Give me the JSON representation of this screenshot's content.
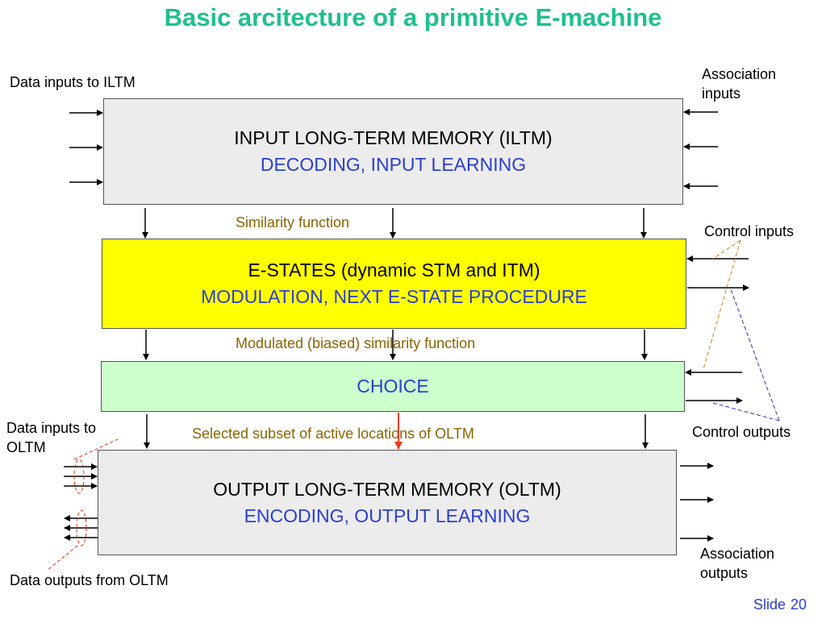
{
  "title": "Basic arcitecture of a primitive E-machine",
  "boxes": {
    "iltm": {
      "line1": "INPUT LONG-TERM MEMORY (ILTM)",
      "line2": "DECODING, INPUT LEARNING"
    },
    "estates": {
      "line1": "E-STATES  (dynamic STM and ITM)",
      "line2": "MODULATION, NEXT E-STATE PROCEDURE"
    },
    "choice": {
      "line1": "CHOICE"
    },
    "oltm": {
      "line1": "OUTPUT LONG-TERM MEMORY (OLTM)",
      "line2": "ENCODING, OUTPUT LEARNING"
    }
  },
  "flows": {
    "similarity": "Similarity function",
    "modulated": "Modulated (biased)  similarity function",
    "selected": "Selected subset of active  locations of OLTM"
  },
  "labels": {
    "data_inputs_iltm": "Data inputs to ILTM",
    "association_inputs": [
      "Association",
      "inputs"
    ],
    "control_inputs": "Control inputs",
    "control_outputs": "Control outputs",
    "data_inputs_oltm": [
      "Data inputs to",
      "OLTM"
    ],
    "data_outputs_oltm": "Data outputs from OLTM",
    "association_outputs": [
      "Association",
      "outputs"
    ]
  },
  "footer": {
    "slide_label": "Slide",
    "slide_number": "20"
  },
  "colors": {
    "title": "#1fbf8f",
    "blue_text": "#2b3fd0",
    "flow_text": "#8b6400",
    "estates_fill": "#ffff00",
    "choice_fill": "#ccffcc",
    "memory_fill": "#ececec",
    "selection_arrow": "#e0401a",
    "control_input_dash": "#d08020",
    "control_output_dash": "#3030c0",
    "oltm_data_dash": "#e03010"
  }
}
